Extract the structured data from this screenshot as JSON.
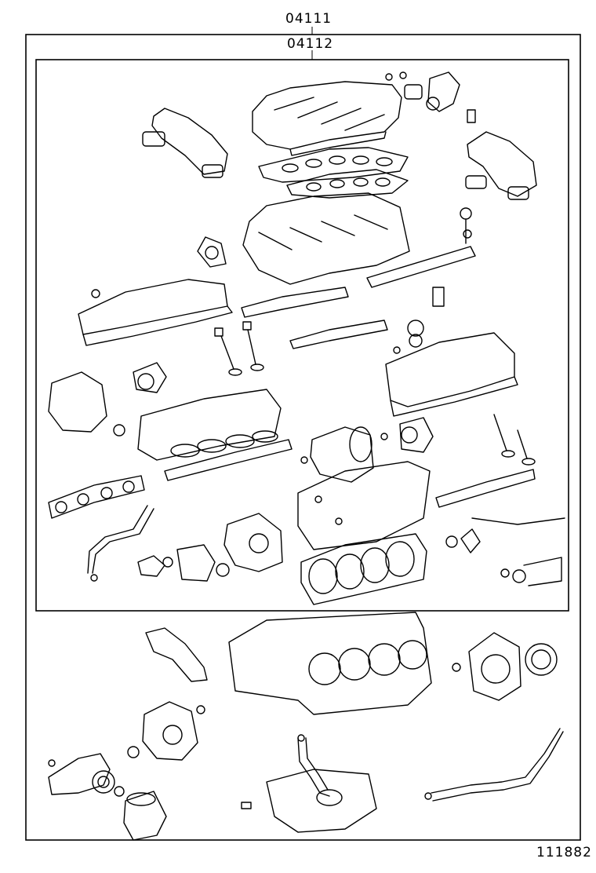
{
  "diagram": {
    "outer_kit_number": "04111",
    "inner_kit_number": "04112",
    "figure_number": "111882"
  }
}
